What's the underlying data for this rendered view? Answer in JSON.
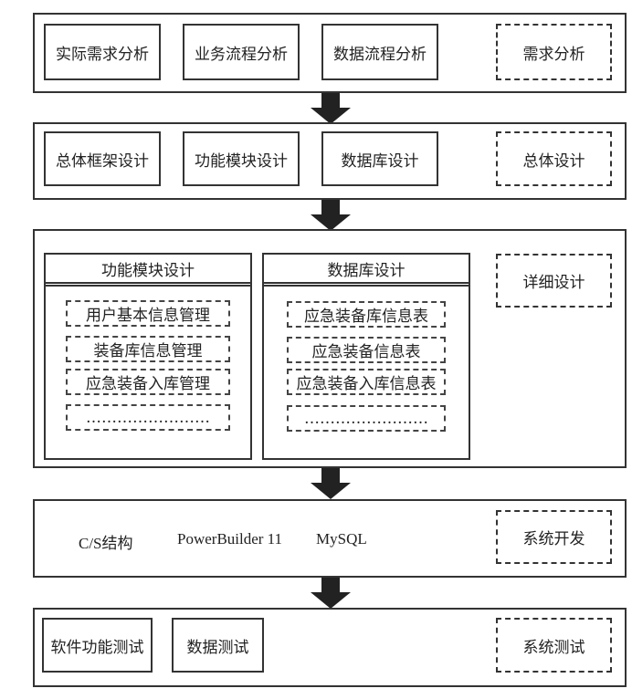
{
  "stages": {
    "requirements": {
      "boxes": [
        "实际需求分析",
        "业务流程分析",
        "数据流程分析"
      ],
      "label": "需求分析"
    },
    "overall_design": {
      "boxes": [
        "总体框架设计",
        "功能模块设计",
        "数据库设计"
      ],
      "label": "总体设计"
    },
    "detailed_design": {
      "panels": [
        {
          "title": "功能模块设计",
          "items": [
            "用户基本信息管理",
            "装备库信息管理",
            "应急装备入库管理",
            "……………………"
          ]
        },
        {
          "title": "数据库设计",
          "items": [
            "应急装备库信息表",
            "应急装备信息表",
            "应急装备入库信息表",
            "……………………"
          ]
        }
      ],
      "label": "详细设计"
    },
    "development": {
      "items": [
        "C/S结构",
        "PowerBuilder 11",
        "MySQL"
      ],
      "label": "系统开发"
    },
    "testing": {
      "boxes": [
        "软件功能测试",
        "数据测试"
      ],
      "label": "系统测试"
    }
  }
}
